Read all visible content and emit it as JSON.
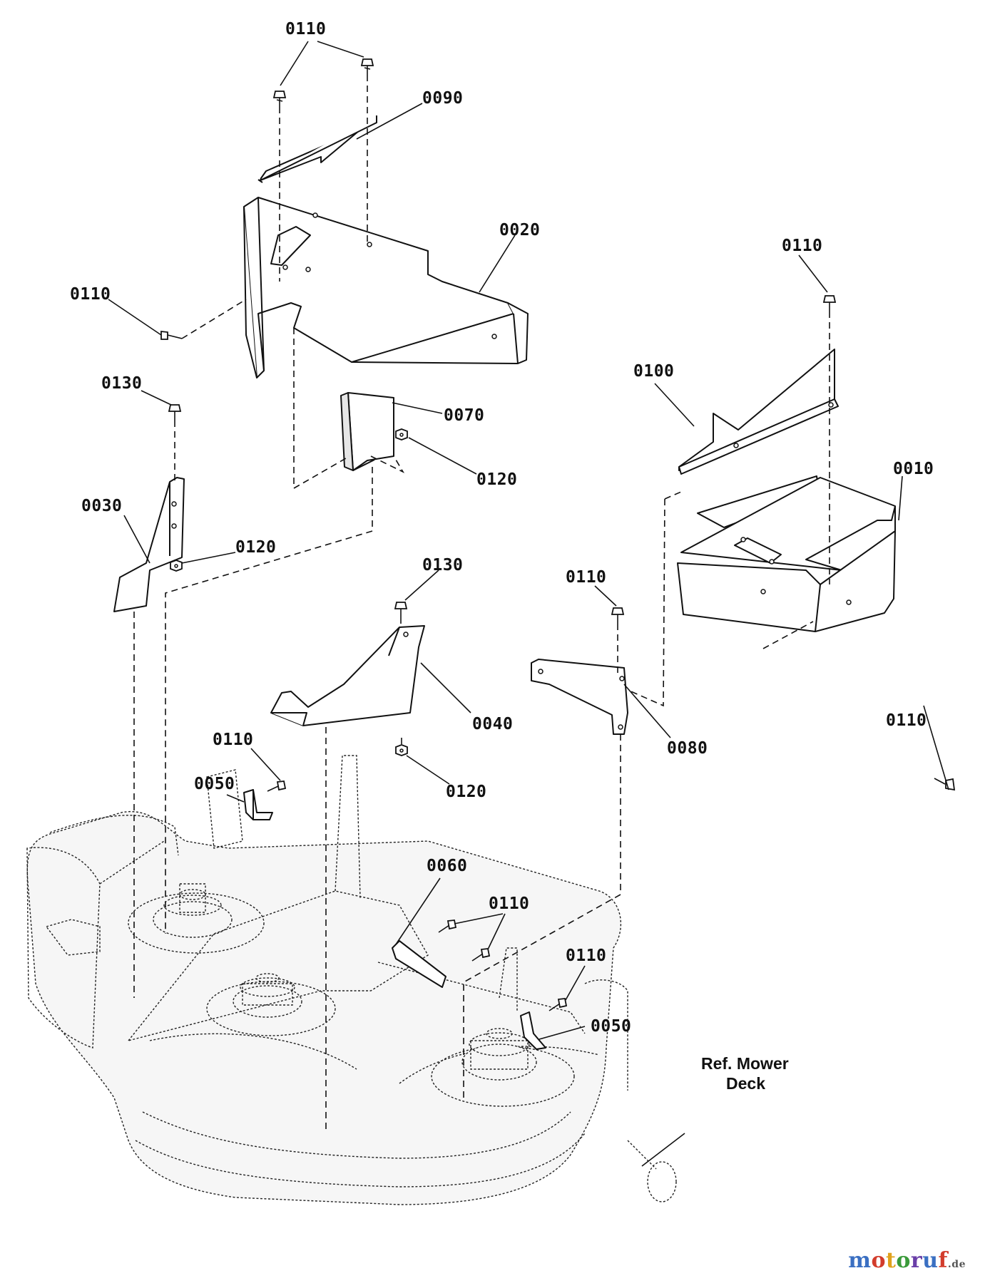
{
  "labels": {
    "p0110_top": "0110",
    "p0090": "0090",
    "p0020": "0020",
    "p0110_left": "0110",
    "p0110_right_top": "0110",
    "p0100": "0100",
    "p0130_left": "0130",
    "p0070": "0070",
    "p0120_a": "0120",
    "p0010": "0010",
    "p0030": "0030",
    "p0120_b": "0120",
    "p0130_mid": "0130",
    "p0110_mid": "0110",
    "p0110_right_bot": "0110",
    "p0040": "0040",
    "p0080": "0080",
    "p0110_deck_left": "0110",
    "p0050_left": "0050",
    "p0120_c": "0120",
    "p0060": "0060",
    "p0110_deck_mid": "0110",
    "p0110_deck_right": "0110",
    "p0050_right": "0050",
    "ref_line1": "Ref. Mower",
    "ref_line2": "Deck"
  },
  "watermark": {
    "brand": "motoruf",
    "tld": ".de",
    "colors": [
      "#3a6fc2",
      "#d23c2c",
      "#e0a21c",
      "#3a9a3a",
      "#6a3fa8",
      "#3a6fc2",
      "#d23c2c"
    ]
  },
  "colors": {
    "line": "#111111",
    "background": "#ffffff"
  }
}
